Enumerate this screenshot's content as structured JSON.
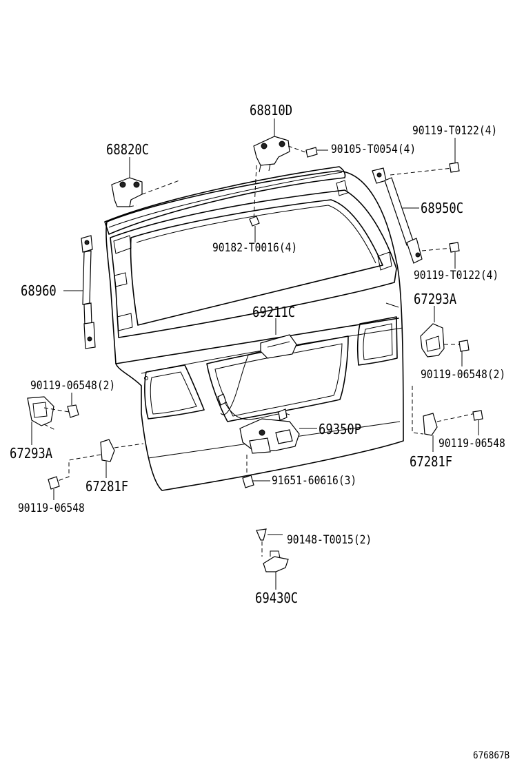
{
  "diagram": {
    "part_labels": {
      "p68810D": "68810D",
      "p90105": "90105-T0054(4)",
      "p90119_t_top": "90119-T0122(4)",
      "p68820C": "68820C",
      "p68950C": "68950C",
      "p90182": "90182-T0016(4)",
      "p90119_t_mid": "90119-T0122(4)",
      "p68960": "68960",
      "p67293A_r": "67293A",
      "p69211C": "69211C",
      "p90119_065_r": "90119-06548(2)",
      "p90119_065_l": "90119-06548(2)",
      "p69350P": "69350P",
      "p90119_r_single": "90119-06548",
      "p67293A_l": "67293A",
      "p67281F_r": "67281F",
      "p67281F_l": "67281F",
      "p91651": "91651-60616(3)",
      "p90119_l_single": "90119-06548",
      "p90148": "90148-T0015(2)",
      "p69430C": "69430C"
    },
    "figure_code": "676867B"
  }
}
